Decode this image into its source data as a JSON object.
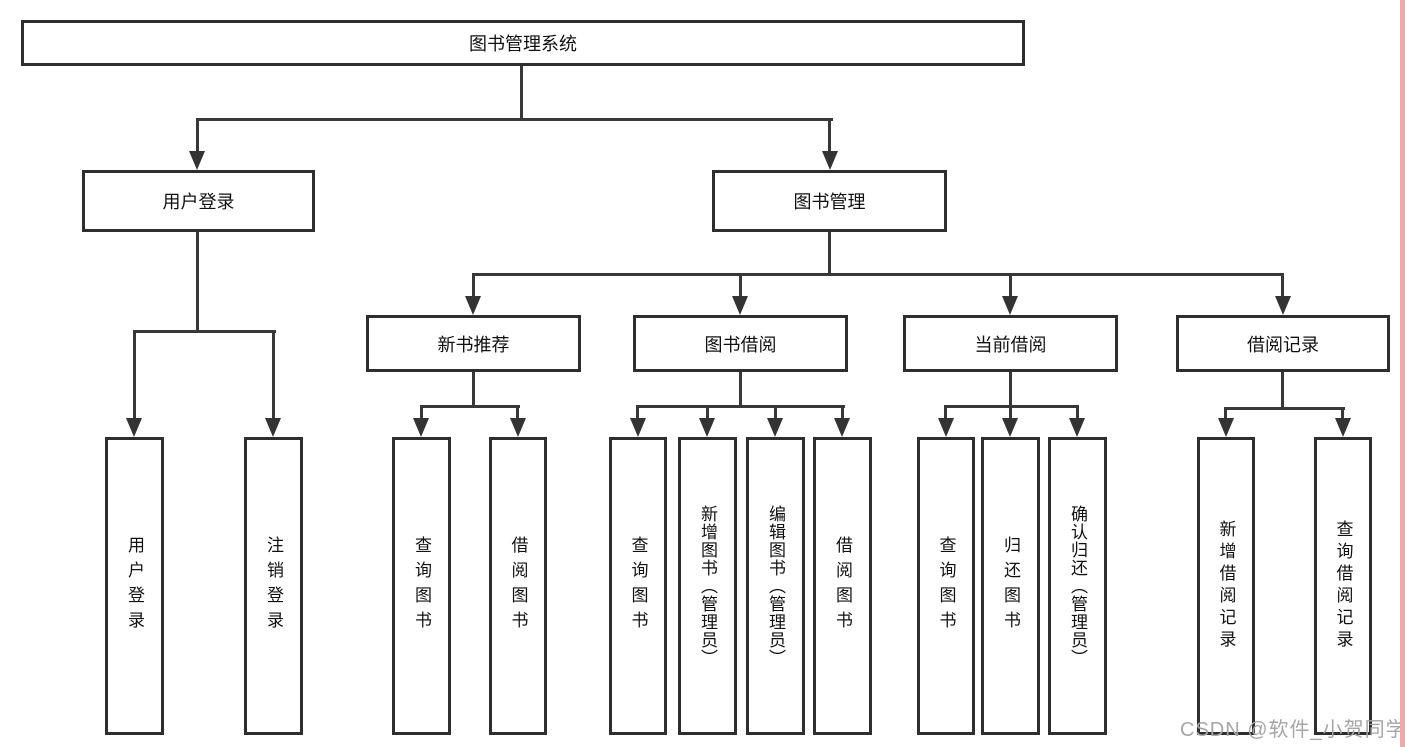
{
  "diagram": {
    "root": {
      "label": "图书管理系统"
    },
    "level2": [
      {
        "label": "用户登录"
      },
      {
        "label": "图书管理"
      }
    ],
    "level3": [
      {
        "label": "新书推荐"
      },
      {
        "label": "图书借阅"
      },
      {
        "label": "当前借阅"
      },
      {
        "label": "借阅记录"
      }
    ],
    "leaves": {
      "user_login": [
        "用户登录",
        "注销登录"
      ],
      "new_book_recommend": [
        "查询图书",
        "借阅图书"
      ],
      "book_borrow": [
        "查询图书",
        "新增图书（管理员）",
        "编辑图书（管理员）",
        "借阅图书"
      ],
      "current_borrow": [
        "查询图书",
        "归还图书",
        "确认归还（管理员）"
      ],
      "borrow_records": [
        "新增借阅记录",
        "查询借阅记录"
      ]
    }
  },
  "watermark": {
    "text": "CSDN @软件_小贺同学",
    "color": "#a6a6a6"
  },
  "colors": {
    "box_border": "#2e2e2e",
    "line": "#383838",
    "text": "#111111",
    "background": "#ffffff",
    "right_edge_strip": "#eeaaaa"
  }
}
